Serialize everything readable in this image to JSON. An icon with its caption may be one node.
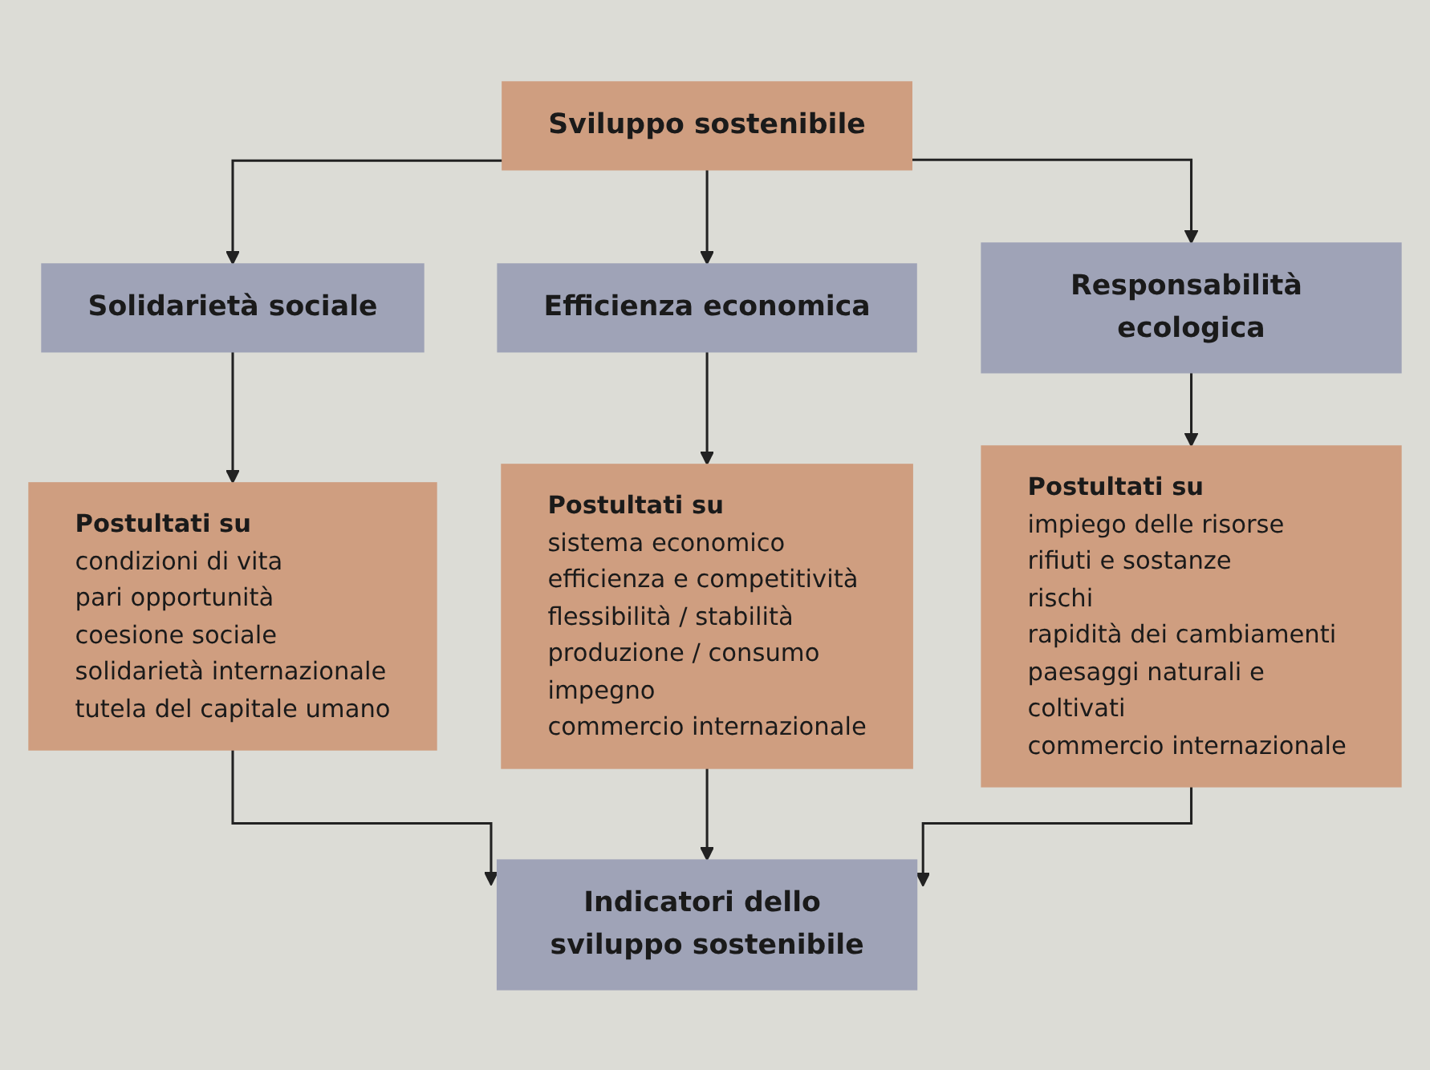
{
  "diagram": {
    "nodes": [
      {
        "text": [
          "Sviluppo sostenibile"
        ]
      },
      {
        "text": [
          "Solidarietà sociale"
        ]
      },
      {
        "text": [
          "Efficienza economica"
        ]
      },
      {
        "text": [
          "Responsabilità ecologica"
        ]
      },
      {
        "text": [
          "Postultati su",
          "condizioni di vita",
          "pari opportunità",
          "coesione sociale",
          "solidarietà internazionale",
          "tutela del capitale umano"
        ]
      },
      {
        "text": [
          "Postultati su",
          "sistema economico",
          "efficienza e competitività",
          "flessibilità / stabilità",
          "produzione / consumo",
          "impegno",
          "commercio internazionale"
        ]
      },
      {
        "text": [
          "Postultati su",
          "impiego delle risorse",
          "rifiuti e sostanze",
          "rischi",
          "rapidità dei cambiamenti",
          "paesaggi naturali e coltivati",
          "commercio internazionale"
        ]
      },
      {
        "text": [
          "Indicatori dello sviluppo sostenibile"
        ]
      }
    ],
    "edges": [
      {
        "from": 0,
        "to": 1,
        "arrow": "to"
      },
      {
        "from": 0,
        "to": 2,
        "arrow": "to"
      },
      {
        "from": 0,
        "to": 3,
        "arrow": "to"
      },
      {
        "from": 1,
        "to": 4,
        "arrow": "to"
      },
      {
        "from": 2,
        "to": 5,
        "arrow": "to"
      },
      {
        "from": 3,
        "to": 6,
        "arrow": "to"
      },
      {
        "from": 4,
        "to": 7,
        "arrow": "to"
      },
      {
        "from": 5,
        "to": 7,
        "arrow": "to"
      },
      {
        "from": 6,
        "to": 7,
        "arrow": "to"
      }
    ]
  }
}
